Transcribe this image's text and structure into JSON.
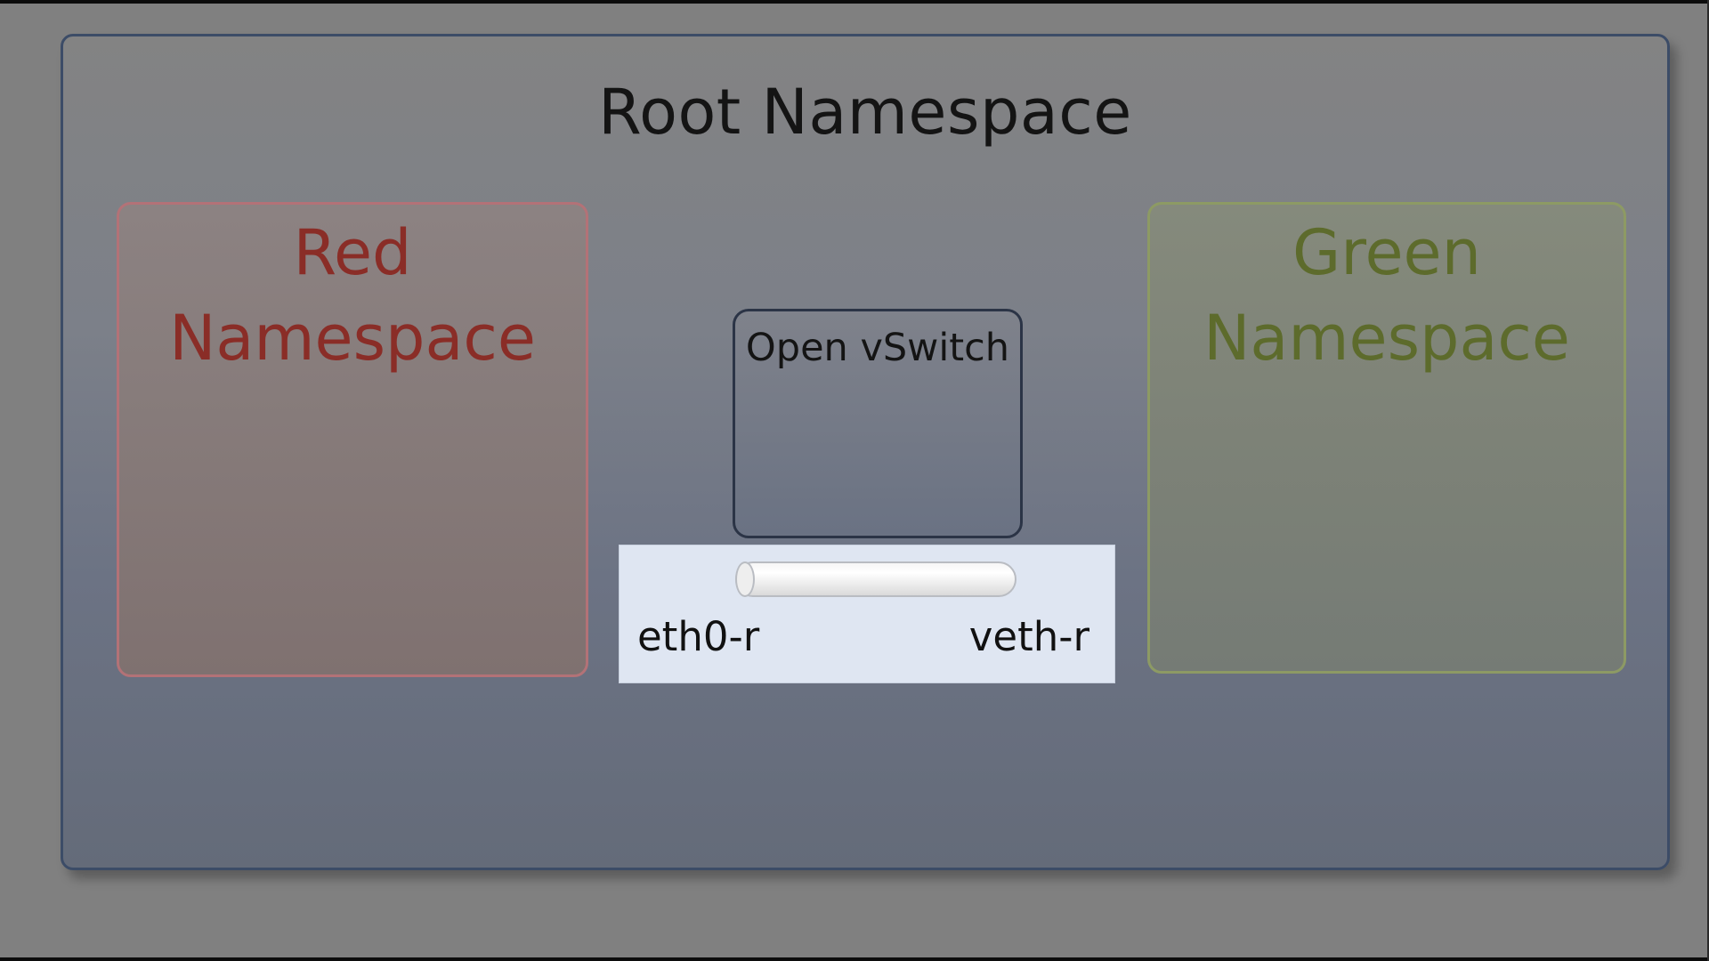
{
  "diagram": {
    "root_namespace": {
      "label": "Root Namespace"
    },
    "red_namespace": {
      "label_line1": "Red",
      "label_line2": "Namespace"
    },
    "green_namespace": {
      "label_line1": "Green",
      "label_line2": "Namespace"
    },
    "open_vswitch": {
      "label": "Open vSwitch"
    },
    "veth_pair": {
      "left_end": "eth0-r",
      "right_end": "veth-r"
    }
  },
  "colors": {
    "red_text": "#8a2d27",
    "green_text": "#5d6b2c",
    "root_border": "#3c4c67",
    "veth_panel": "#dfe6f2"
  }
}
